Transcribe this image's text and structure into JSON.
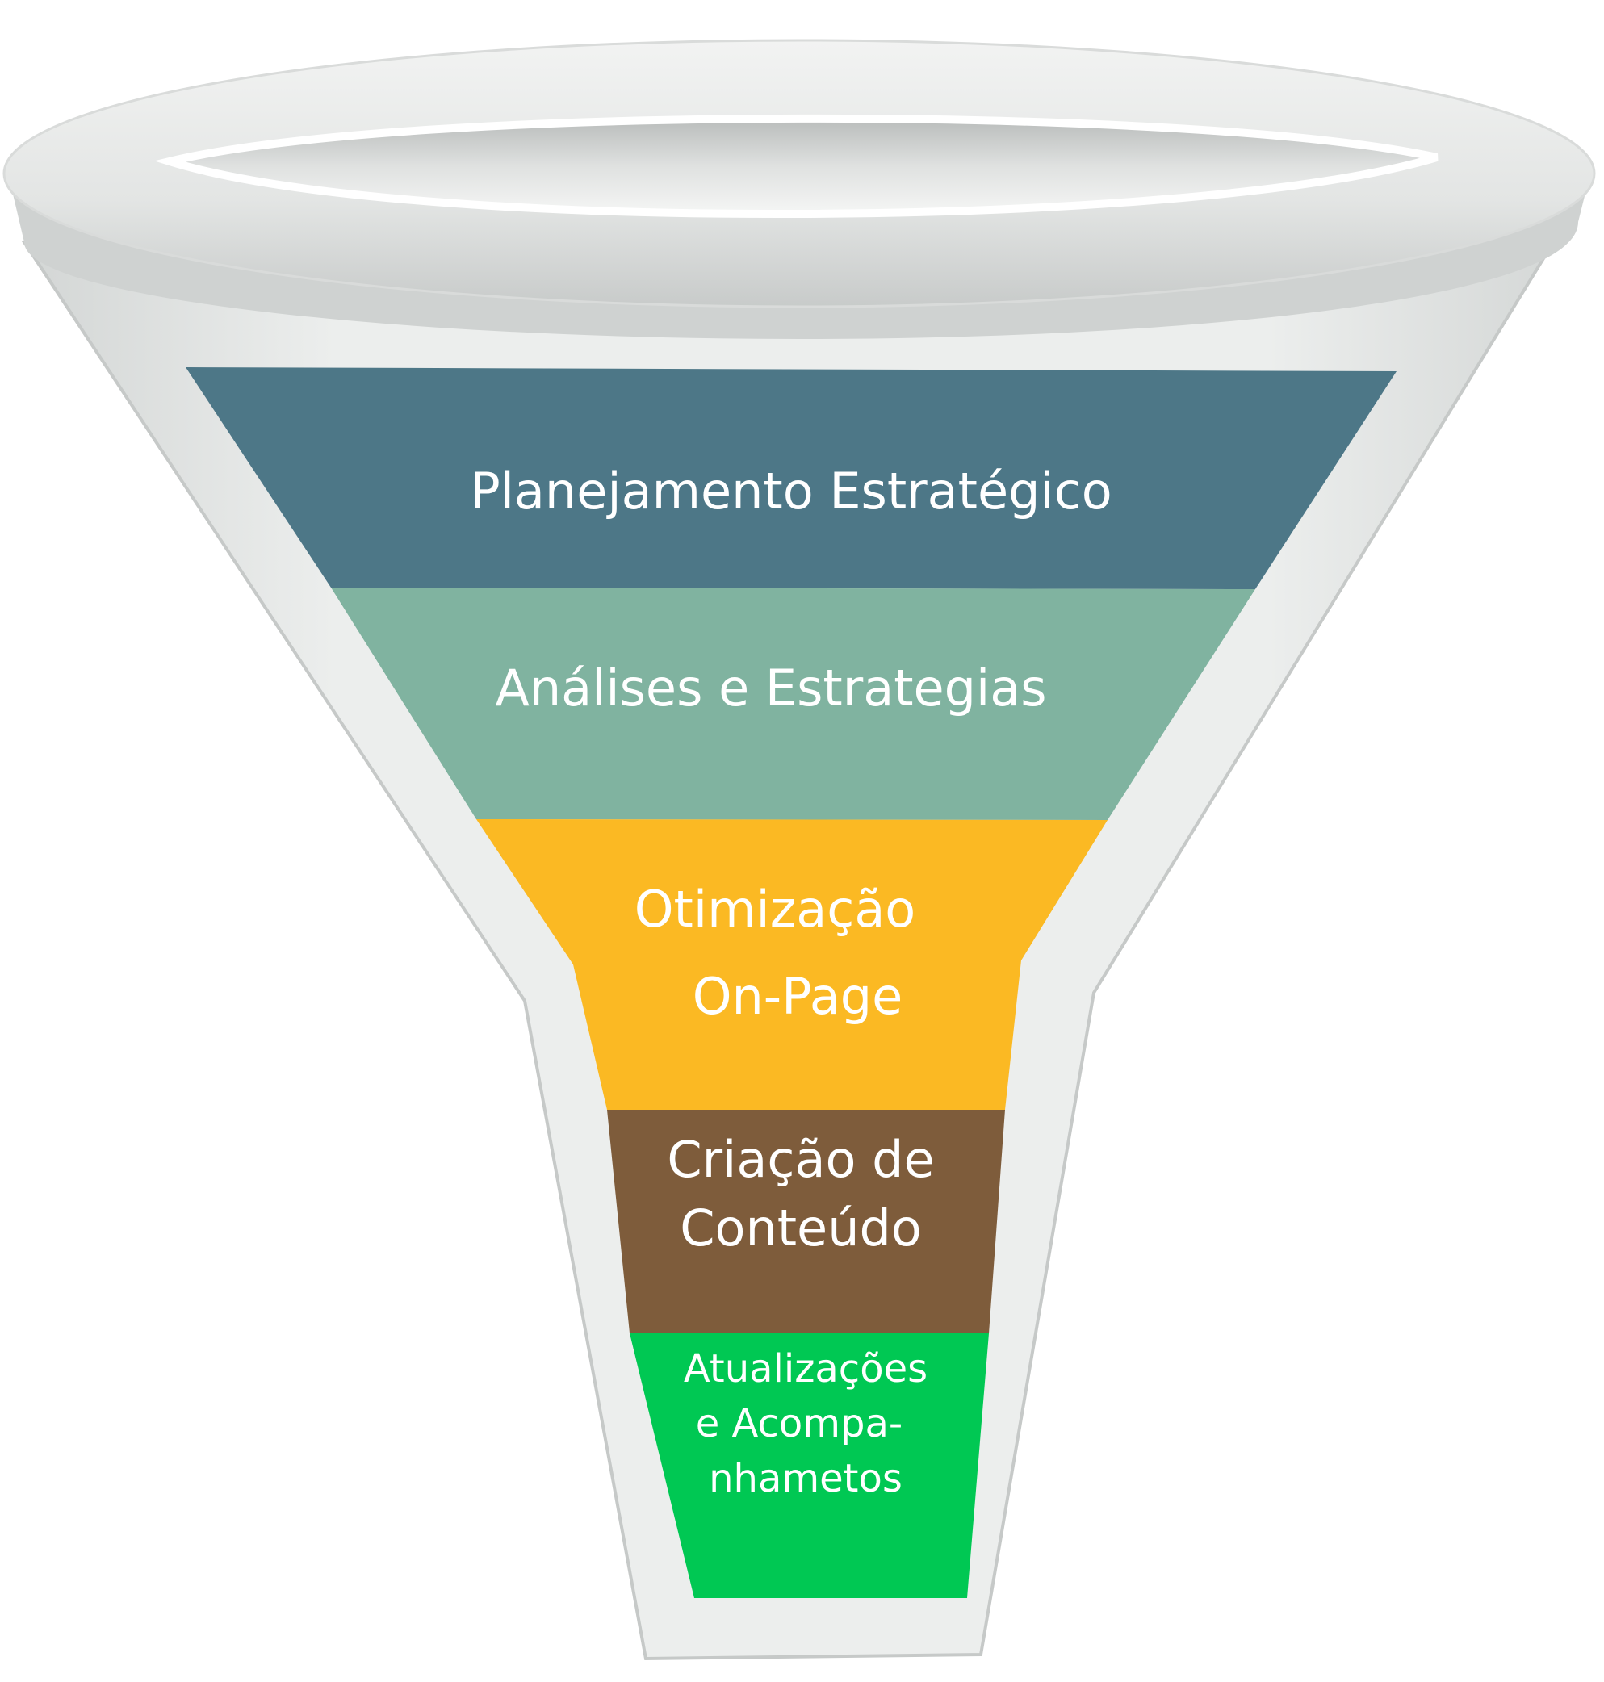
{
  "colors": {
    "background": "#ffffff",
    "funnel_body": "#e6e8e7",
    "funnel_shadow": "#c9cccb",
    "rim_light": "#eef0ef",
    "rim_dark": "#cfd2d1"
  },
  "stages": [
    {
      "lines": [
        "Planejamento Estratégico"
      ],
      "color": "#4d7787"
    },
    {
      "lines": [
        "Análises e Estrategias"
      ],
      "color": "#80b3a0"
    },
    {
      "lines": [
        "Otimização",
        "On-Page"
      ],
      "color": "#fbb923"
    },
    {
      "lines": [
        "Criação de",
        "Conteúdo"
      ],
      "color": "#7e5c3b"
    },
    {
      "lines": [
        "Atualizações",
        "e Acompa-",
        "nhametos"
      ],
      "color": "#00c853"
    }
  ]
}
